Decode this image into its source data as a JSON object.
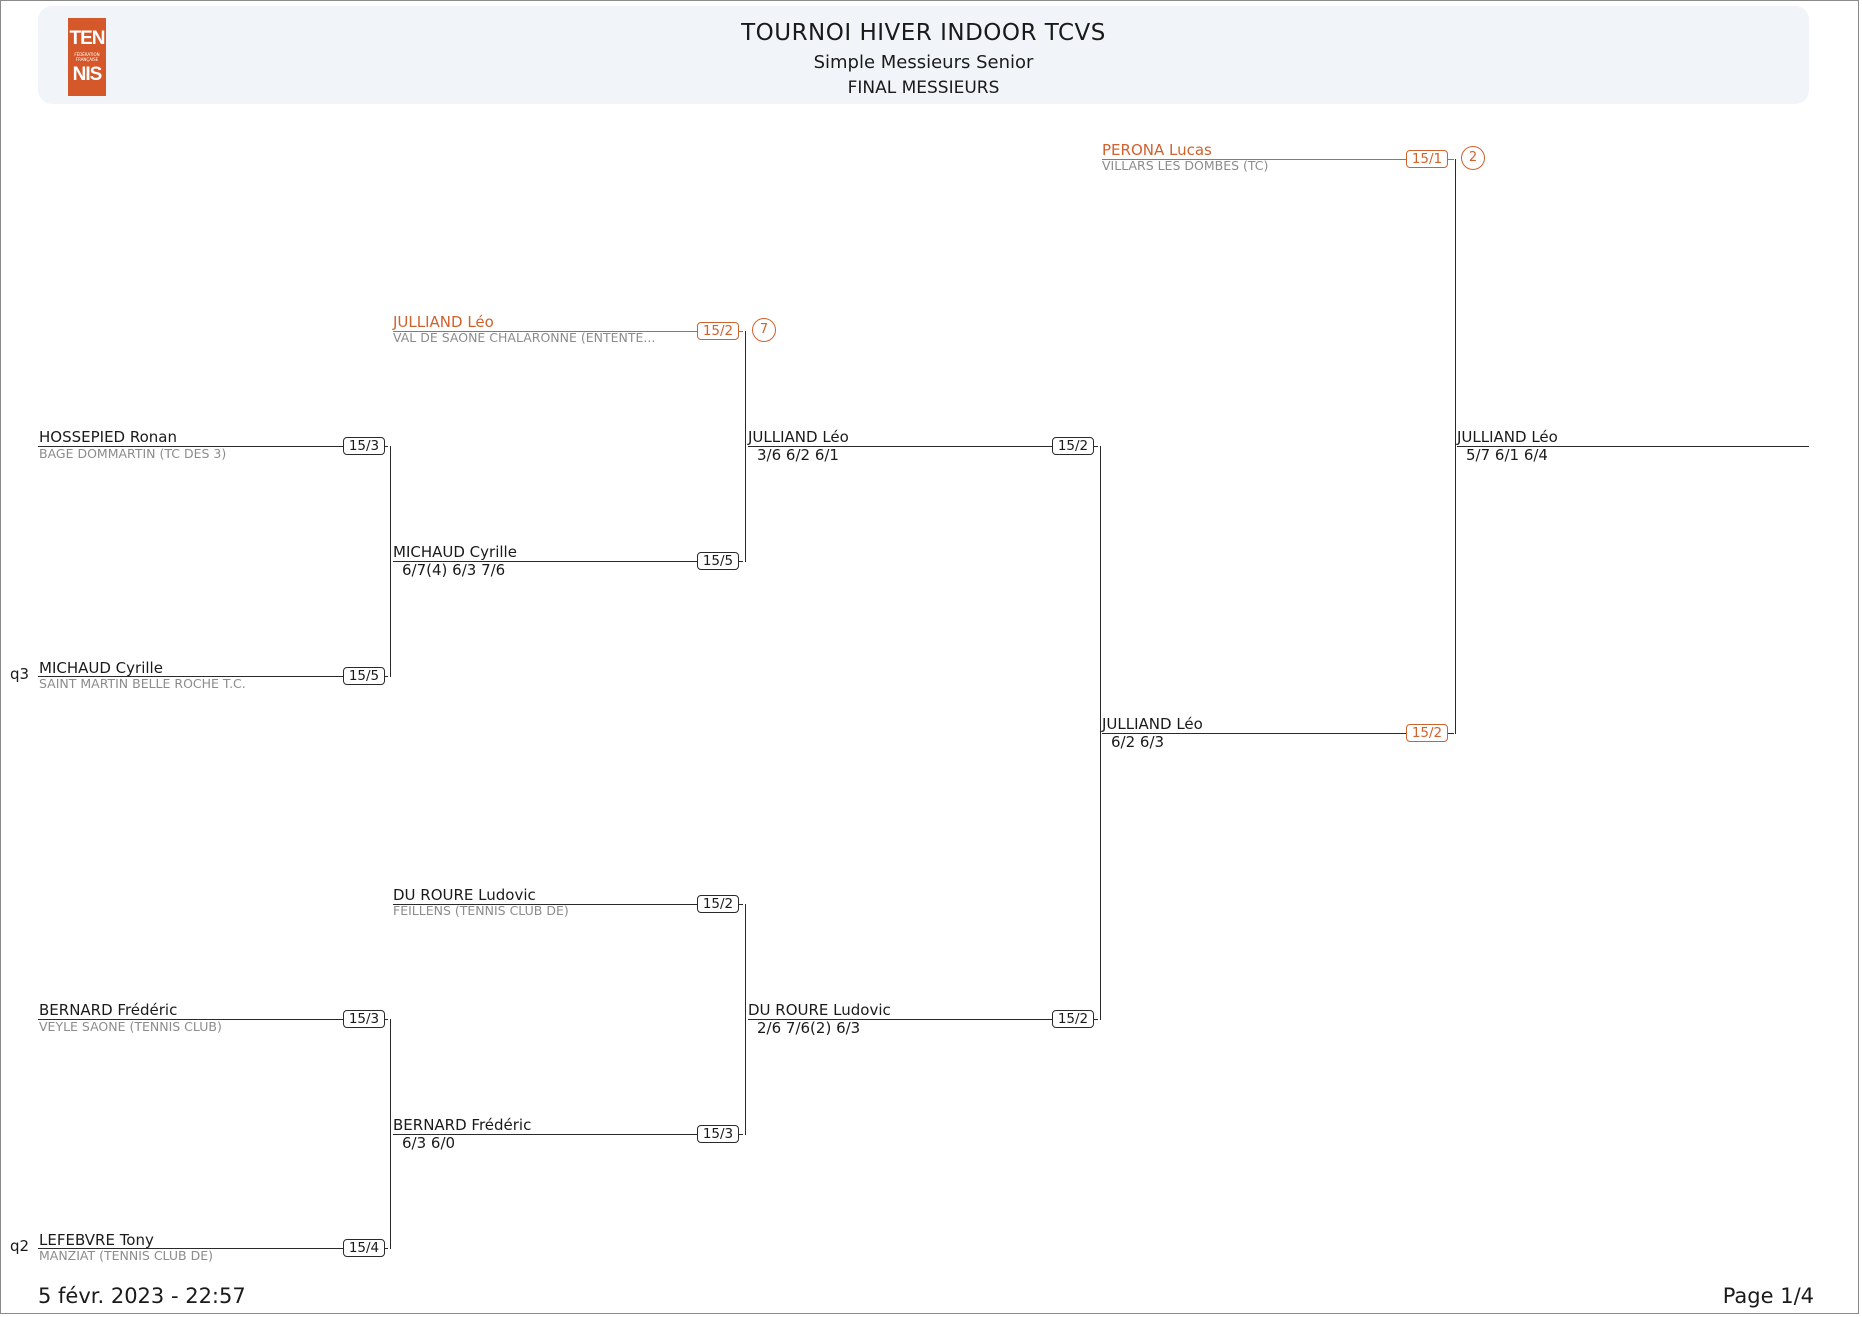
{
  "header": {
    "logo_top": "TEN",
    "logo_mid": "FÉDÉRATION FRANÇAISE",
    "logo_bottom": "NIS",
    "title": "TOURNOI HIVER INDOOR TCVS",
    "subtitle": "Simple Messieurs Senior",
    "stage": "FINAL MESSIEURS"
  },
  "entries": [
    {
      "name": "PERONA Lucas",
      "club": "VILLARS LES DOMBES (TC)",
      "rank": "15/1",
      "seed": "2"
    },
    {
      "name": "JULLIAND Léo",
      "club": "VAL DE SAONE CHALARONNE (ENTENTE...",
      "rank": "15/2",
      "seed": "7"
    },
    {
      "name": "HOSSEPIED Ronan",
      "club": "BAGE DOMMARTIN (TC DES 3)",
      "rank": "15/3"
    },
    {
      "name": "MICHAUD Cyrille",
      "club": "SAINT MARTIN BELLE ROCHE T.C.",
      "rank": "15/5",
      "qualifier": "q3"
    },
    {
      "name": "DU ROURE Ludovic",
      "club": "FEILLENS (TENNIS CLUB DE)",
      "rank": "15/2"
    },
    {
      "name": "BERNARD Frédéric",
      "club": "VEYLE SAONE (TENNIS CLUB)",
      "rank": "15/3"
    },
    {
      "name": "LEFEBVRE Tony",
      "club": "MANZIAT (TENNIS CLUB DE)",
      "rank": "15/4",
      "qualifier": "q2"
    }
  ],
  "results": [
    {
      "winner": "MICHAUD Cyrille",
      "score": "6/7(4) 6/3 7/6",
      "rank": "15/5"
    },
    {
      "winner": "BERNARD Frédéric",
      "score": "6/3 6/0",
      "rank": "15/3"
    },
    {
      "winner": "JULLIAND Léo",
      "score": "3/6 6/2 6/1",
      "rank": "15/2"
    },
    {
      "winner": "DU ROURE Ludovic",
      "score": "2/6 7/6(2) 6/3",
      "rank": "15/2"
    },
    {
      "winner": "JULLIAND Léo",
      "score": "6/2 6/3",
      "rank": "15/2"
    },
    {
      "winner": "JULLIAND Léo",
      "score": "5/7 6/1 6/4"
    }
  ],
  "footer": {
    "date": "5 févr. 2023 - 22:57",
    "page": "Page 1/4"
  }
}
